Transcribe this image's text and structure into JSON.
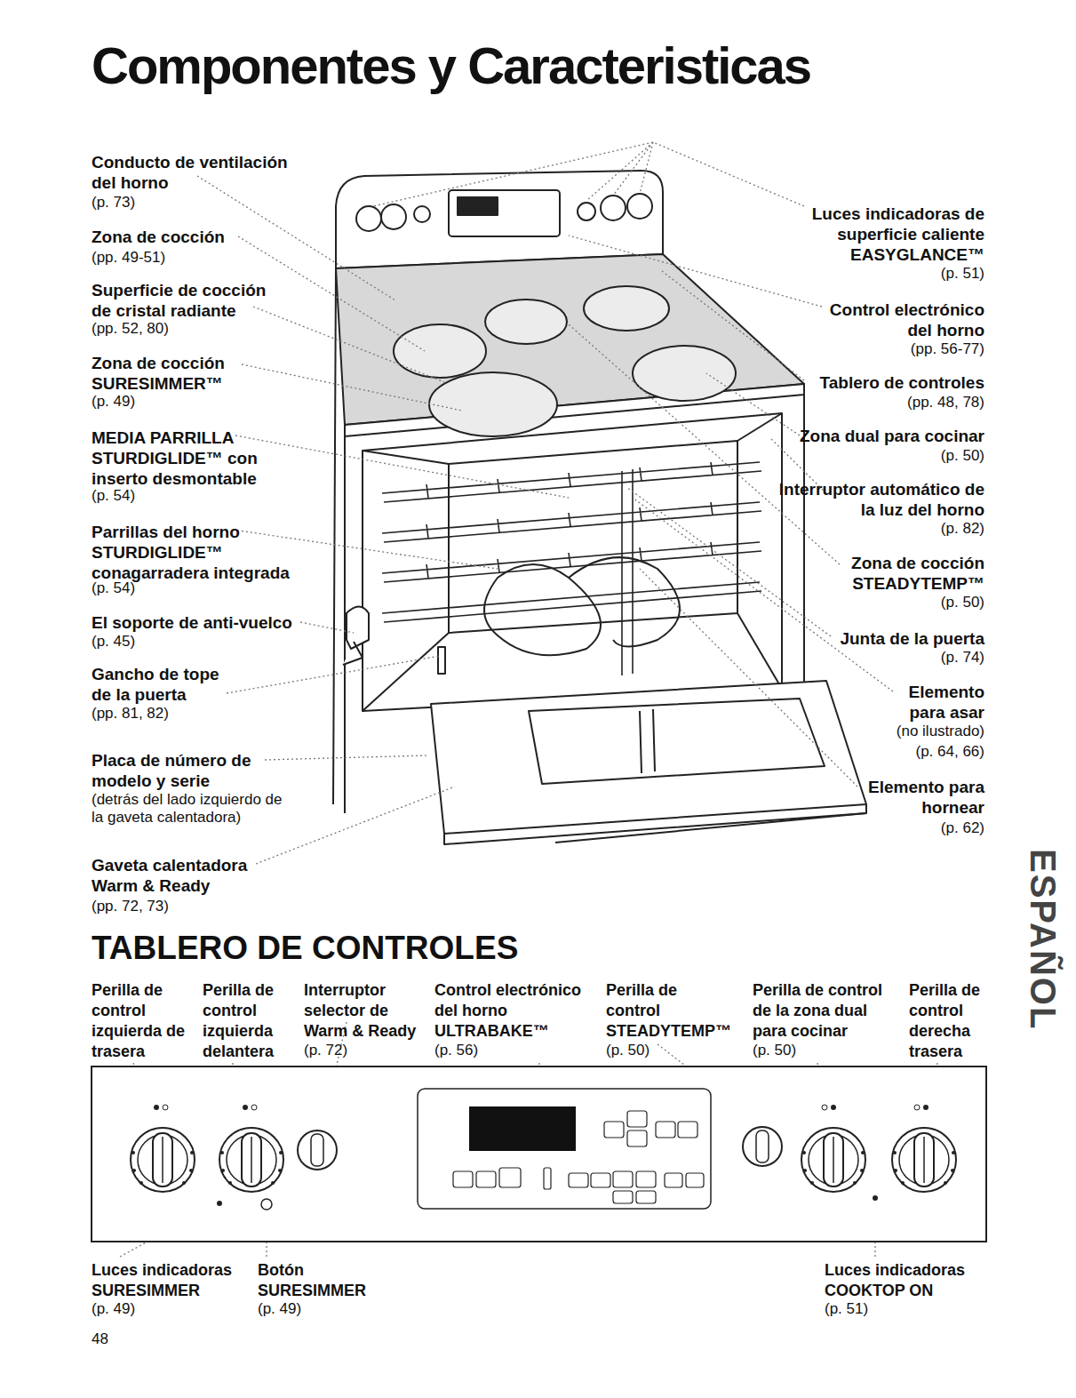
{
  "diagram": {
    "title": "Componentes y Caracteristicas",
    "labels": [
      "Conducto de ventilación del horno",
      "(p. 73)",
      "Zona de cocción",
      "(pp. 49-51)",
      "Superficie de cocción de cristal radiante",
      "(pp. 52, 80)",
      "Zona de cocción SURESIMMER™",
      "(p. 49)",
      "MEDIA PARRILLA STURDIGLIDE™ con inserto desmontable",
      "(p. 54)",
      "Parrillas del horno STURDIGLIDE™ conagarradera integrada",
      "(p. 54)",
      "El soporte de anti-vuelco",
      "(p. 45)",
      "Gancho de tope de la puerta",
      "(pp. 81, 82)",
      "Placa de número de modelo y serie",
      "(detrás del lado izquierdo de la gaveta calentadora)",
      "Gaveta calentadora Warm & Ready",
      "(pp. 72, 73)",
      "Luces indicadoras de superficie caliente EASYGLANCE™",
      "(p. 51)",
      "Control electrónico del horno",
      "(pp. 56-77)",
      "Tablero de controles",
      "(pp. 48, 78)",
      "Zona dual para cocinar",
      "(p. 50)",
      "Interruptor automático de la luz del horno",
      "(p. 82)",
      "Zona de cocción STEADYTEMP™",
      "(p. 50)",
      "Junta de la puerta",
      "(p. 74)",
      "Elemento para asar",
      "(no ilustrado)",
      "(p. 64, 66)",
      "Elemento para hornear",
      "(p. 62)",
      "TABLERO DE CONTROLES",
      "Perilla de control izquierda de trasera",
      "Perilla de control izquierda delantera",
      "Interruptor selector de Warm & Ready",
      "(p. 72)",
      "Control electrónico del horno ULTRABAKE™",
      "(p. 56)",
      "Perilla de control STEADYTEMP™",
      "(p. 50)",
      "Perilla de control de la zona dual para cocinar",
      "(p. 50)",
      "Perilla de control derecha trasera",
      "Luces indicadoras SURESIMMER",
      "(p. 49)",
      "Botón SURESIMMER",
      "(p. 49)",
      "Luces indicadoras COOKTOP ON",
      "(p. 51)",
      "48",
      "ESPAÑOL"
    ]
  }
}
